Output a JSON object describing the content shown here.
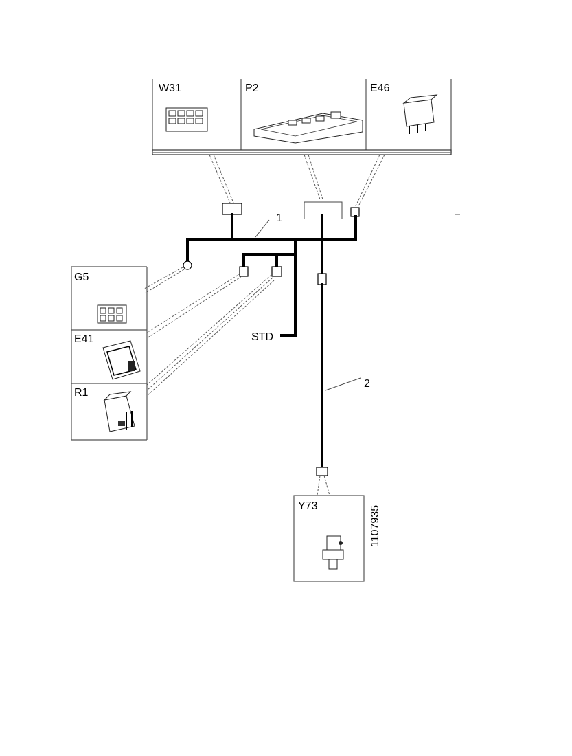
{
  "components": {
    "w31": "W31",
    "p2": "P2",
    "e46": "E46",
    "g5": "G5",
    "e41": "E41",
    "r1": "R1",
    "y73": "Y73"
  },
  "harness_labels": {
    "h1": "1",
    "h2": "2"
  },
  "ground_label": "STD",
  "figure_number": "1107935"
}
